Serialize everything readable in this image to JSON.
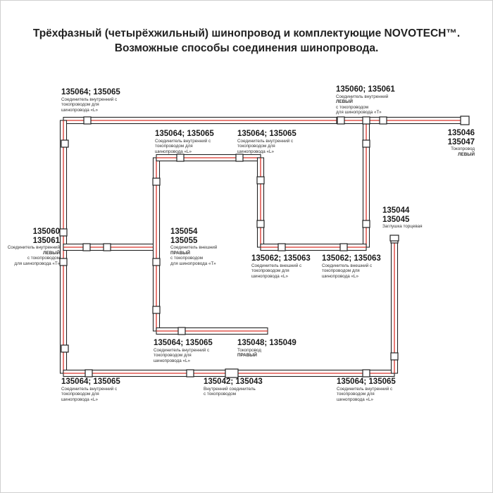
{
  "heading": {
    "line1": "Трёхфазный (четырёхжильный) шинопровод и комплектующие NOVOTECH™.",
    "line2": "Возможные способы соединения шинопровода."
  },
  "colors": {
    "rail": "#222222",
    "conductor": "#d9342b",
    "connector": "#ffffff"
  },
  "labels": {
    "tl_corner": {
      "code": "135064; 135065",
      "l1": "Соединитель внутренний с",
      "l2": "токопроводом для",
      "l3": "шинопровода «L»"
    },
    "top_tee": {
      "code": "135060; 135061",
      "l1": "Соединитель внутренний",
      "side": "ЛЕВЫЙ",
      "l2": "с токопроводом",
      "l3": "для шинопровода «Т»"
    },
    "endcap_right": {
      "code1": "135046",
      "code2": "135047",
      "l1": "Токопровод",
      "side": "ЛЕВЫЙ"
    },
    "inner_left_corner": {
      "code": "135064; 135065",
      "l1": "Соединитель внутренний с",
      "l2": "токопроводом для",
      "l3": "шинопровода «L»"
    },
    "inner_right_corner": {
      "code": "135064; 135065",
      "l1": "Соединитель внутренний с",
      "l2": "токопроводом для",
      "l3": "шинопровода «L»"
    },
    "endcap_plug": {
      "code1": "135044",
      "code2": "135045",
      "l1": "Заглушка торцевая"
    },
    "left_tee": {
      "code1": "135060",
      "code2": "135061",
      "l1": "Соединитель внутренний",
      "side": "ЛЕВЫЙ",
      "l2": "с токопроводом",
      "l3": "для шинопровода «Т»"
    },
    "ext_tee": {
      "code1": "135054",
      "code2": "135055",
      "l1": "Соединитель внешний",
      "side": "ПРАВЫЙ",
      "l2": "с токопроводом",
      "l3": "для шинопровода «Т»"
    },
    "ext_corner_1": {
      "code": "135062; 135063",
      "l1": "Соединитель внешний с",
      "l2": "токопроводом для",
      "l3": "шинопровода «L»"
    },
    "ext_corner_2": {
      "code": "135062; 135063",
      "l1": "Соединитель внешний с",
      "l2": "токопроводом для",
      "l3": "шинопровода «L»"
    },
    "inner_bottom_corner": {
      "code": "135064; 135065",
      "l1": "Соединитель внутренний с",
      "l2": "токопроводом для",
      "l3": "шинопровода «L»"
    },
    "feed_right": {
      "code": "135048; 135049",
      "l1": "Токопровод",
      "side": "ПРАВЫЙ"
    },
    "bl_corner": {
      "code": "135064; 135065",
      "l1": "Соединитель внутренний с",
      "l2": "токопроводом для",
      "l3": "шинопровода «L»"
    },
    "straight_join": {
      "code": "135042; 135043",
      "l1": "Внутренний соединитель",
      "l2": "с токопроводом"
    },
    "br_corner": {
      "code": "135064; 135065",
      "l1": "Соединитель внутренний с",
      "l2": "токопроводом для",
      "l3": "шинопровода «L»"
    }
  }
}
